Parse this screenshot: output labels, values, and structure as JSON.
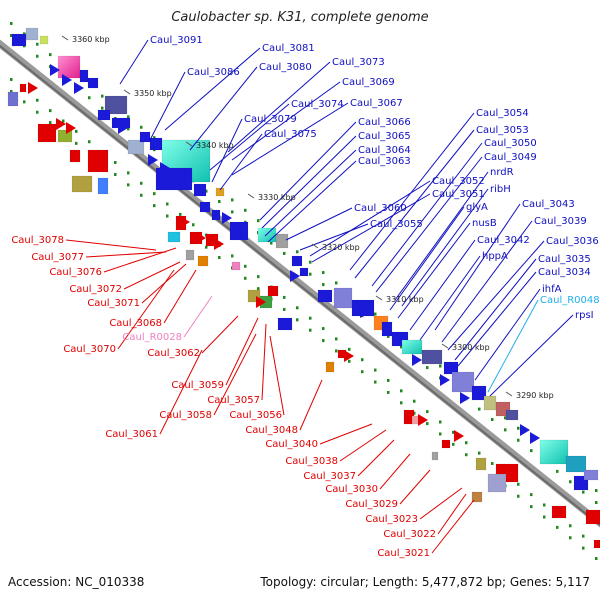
{
  "title": "Caulobacter sp. K31, complete genome",
  "footer": {
    "accession": "Accession: NC_010338",
    "info": "Topology: circular; Length: 5,477,872 bp; Genes: 5,117"
  },
  "colors": {
    "upper_label": "#1010c0",
    "lower_label": "#e00000",
    "rna_upper": "#20b0e8",
    "rna_lower": "#f080c0",
    "backbone": "#808080",
    "track_dot": "#228822"
  },
  "ticks": [
    "3360 kbp",
    "3350 kbp",
    "3340 kbp",
    "3330 kbp",
    "3320 kbp",
    "3310 kbp",
    "3300 kbp",
    "3290 kbp"
  ],
  "upper_labels": [
    "Caul_3091",
    "Caul_3081",
    "Caul_3086",
    "Caul_3080",
    "Caul_3073",
    "Caul_3069",
    "Caul_3074",
    "Caul_3067",
    "Caul_3079",
    "Caul_3075",
    "Caul_3066",
    "Caul_3065",
    "Caul_3064",
    "Caul_3063",
    "Caul_3054",
    "Caul_3053",
    "Caul_3050",
    "Caul_3049",
    "nrdR",
    "Caul_3052",
    "Caul_3051",
    "ribH",
    "Caul_3060",
    "Caul_3055",
    "glyA",
    "Caul_3043",
    "nusB",
    "Caul_3039",
    "Caul_3042",
    "Caul_3036",
    "hppA",
    "Caul_3035",
    "Caul_3034",
    "ihfA",
    "Caul_R0048",
    "rpsI"
  ],
  "lower_labels": [
    "Caul_3078",
    "Caul_3077",
    "Caul_3076",
    "Caul_3072",
    "Caul_3071",
    "Caul_3068",
    "Caul_R0028",
    "Caul_3070",
    "Caul_3062",
    "Caul_3059",
    "Caul_3057",
    "Caul_3058",
    "Caul_3056",
    "Caul_3061",
    "Caul_3048",
    "Caul_3040",
    "Caul_3038",
    "Caul_3037",
    "Caul_3030",
    "Caul_3029",
    "Caul_3023",
    "Caul_3022",
    "Caul_3021"
  ]
}
